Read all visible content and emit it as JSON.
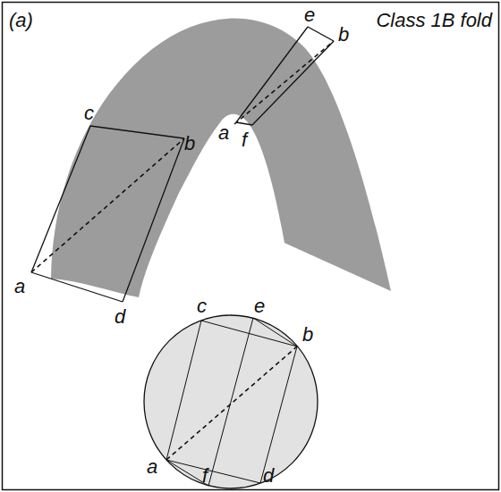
{
  "diagram": {
    "labels": [
      "(a)",
      "Class 1B fold",
      "c",
      "b",
      "a",
      "d",
      "e",
      "b",
      "a",
      "f",
      "c",
      "e",
      "b",
      "a",
      "f",
      "d"
    ]
  }
}
